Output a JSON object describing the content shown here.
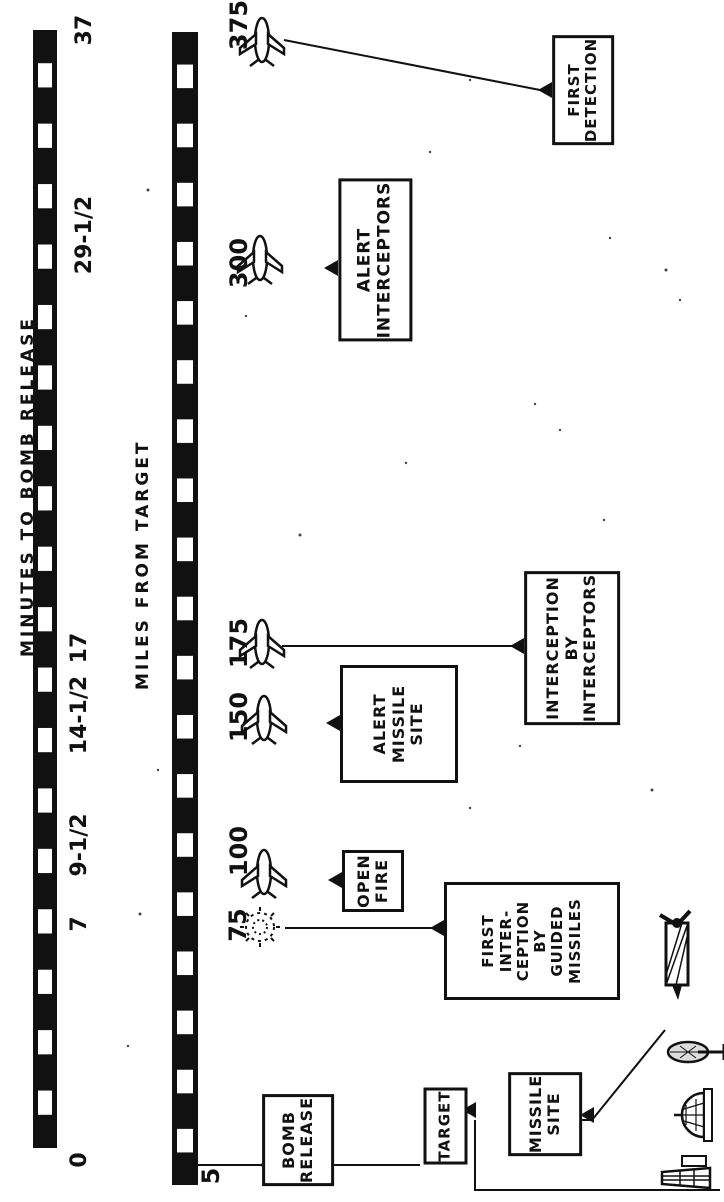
{
  "scales": {
    "minutes_title": "MINUTES TO BOMB RELEASE",
    "miles_title": "MILES FROM TARGET"
  },
  "minute_ticks": [
    "0",
    "7",
    "9-1/2",
    "14-1/2",
    "17",
    "29-1/2",
    "37"
  ],
  "mile_ticks": [
    "5",
    "75",
    "100",
    "150",
    "175",
    "300",
    "375"
  ],
  "boxes": {
    "first_detection": [
      "FIRST",
      "DETECTION"
    ],
    "alert_interceptors": [
      "ALERT",
      "INTERCEPTORS"
    ],
    "interception_by_interceptors": [
      "INTERCEPTION",
      "BY",
      "INTERCEPTORS"
    ],
    "alert_missile_site": [
      "ALERT",
      "MISSILE",
      "SITE"
    ],
    "open_fire": [
      "OPEN",
      "FIRE"
    ],
    "first_interception": [
      "FIRST",
      "INTER-",
      "CEPTION",
      "BY",
      "GUIDED",
      "MISSILES"
    ],
    "bomb_release": [
      "BOMB",
      "RELEASE"
    ],
    "missile_site": [
      "MISSILE",
      "SITE"
    ],
    "target": [
      "TARGET"
    ]
  },
  "icons": [
    "bomber-aircraft-icon",
    "explosion-burst-icon",
    "radar-antenna-icon",
    "radar-dome-icon",
    "missile-launcher-icon",
    "tower-icon"
  ]
}
